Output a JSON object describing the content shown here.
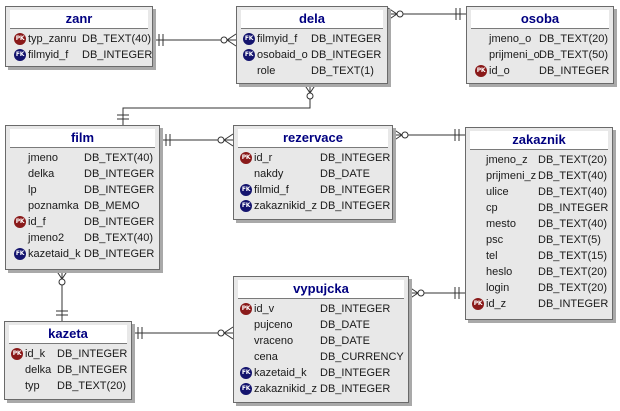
{
  "key_labels": {
    "pk": "PK",
    "fk": "FK"
  },
  "entities": [
    {
      "id": "zanr",
      "title": "zanr",
      "attributes": [
        {
          "name": "typ_zanru",
          "type": "DB_TEXT(40)",
          "key": "pk"
        },
        {
          "name": "filmyid_f",
          "type": "DB_INTEGER",
          "key": "fk"
        }
      ]
    },
    {
      "id": "dela",
      "title": "dela",
      "attributes": [
        {
          "name": "filmyid_f",
          "type": "DB_INTEGER",
          "key": "fk"
        },
        {
          "name": "osobaid_o",
          "type": "DB_INTEGER",
          "key": "fk"
        },
        {
          "name": "role",
          "type": "DB_TEXT(1)",
          "key": ""
        }
      ]
    },
    {
      "id": "osoba",
      "title": "osoba",
      "attributes": [
        {
          "name": "jmeno_o",
          "type": "DB_TEXT(20)",
          "key": ""
        },
        {
          "name": "prijmeni_o",
          "type": "DB_TEXT(50)",
          "key": ""
        },
        {
          "name": "id_o",
          "type": "DB_INTEGER",
          "key": "pk"
        }
      ]
    },
    {
      "id": "film",
      "title": "film",
      "attributes": [
        {
          "name": "jmeno",
          "type": "DB_TEXT(40)",
          "key": ""
        },
        {
          "name": "delka",
          "type": "DB_INTEGER",
          "key": ""
        },
        {
          "name": "lp",
          "type": "DB_INTEGER",
          "key": ""
        },
        {
          "name": "poznamka",
          "type": "DB_MEMO",
          "key": ""
        },
        {
          "name": "id_f",
          "type": "DB_INTEGER",
          "key": "pk"
        },
        {
          "name": "jmeno2",
          "type": "DB_TEXT(40)",
          "key": ""
        },
        {
          "name": "kazetaid_k",
          "type": "DB_INTEGER",
          "key": "fk"
        }
      ]
    },
    {
      "id": "rezervace",
      "title": "rezervace",
      "attributes": [
        {
          "name": "id_r",
          "type": "DB_INTEGER",
          "key": "pk"
        },
        {
          "name": "nakdy",
          "type": "DB_DATE",
          "key": ""
        },
        {
          "name": "filmid_f",
          "type": "DB_INTEGER",
          "key": "fk"
        },
        {
          "name": "zakaznikid_z",
          "type": "DB_INTEGER",
          "key": "fk"
        }
      ]
    },
    {
      "id": "zakaznik",
      "title": "zakaznik",
      "attributes": [
        {
          "name": "jmeno_z",
          "type": "DB_TEXT(20)",
          "key": ""
        },
        {
          "name": "prijmeni_z",
          "type": "DB_TEXT(40)",
          "key": ""
        },
        {
          "name": "ulice",
          "type": "DB_TEXT(40)",
          "key": ""
        },
        {
          "name": "cp",
          "type": "DB_INTEGER",
          "key": ""
        },
        {
          "name": "mesto",
          "type": "DB_TEXT(40)",
          "key": ""
        },
        {
          "name": "psc",
          "type": "DB_TEXT(5)",
          "key": ""
        },
        {
          "name": "tel",
          "type": "DB_TEXT(15)",
          "key": ""
        },
        {
          "name": "heslo",
          "type": "DB_TEXT(20)",
          "key": ""
        },
        {
          "name": "login",
          "type": "DB_TEXT(20)",
          "key": ""
        },
        {
          "name": "id_z",
          "type": "DB_INTEGER",
          "key": "pk"
        }
      ]
    },
    {
      "id": "vypujcka",
      "title": "vypujcka",
      "attributes": [
        {
          "name": "id_v",
          "type": "DB_INTEGER",
          "key": "pk"
        },
        {
          "name": "pujceno",
          "type": "DB_DATE",
          "key": ""
        },
        {
          "name": "vraceno",
          "type": "DB_DATE",
          "key": ""
        },
        {
          "name": "cena",
          "type": "DB_CURRENCY",
          "key": ""
        },
        {
          "name": "kazetaid_k",
          "type": "DB_INTEGER",
          "key": "fk"
        },
        {
          "name": "zakaznikid_z",
          "type": "DB_INTEGER",
          "key": "fk"
        }
      ]
    },
    {
      "id": "kazeta",
      "title": "kazeta",
      "attributes": [
        {
          "name": "id_k",
          "type": "DB_INTEGER",
          "key": "pk"
        },
        {
          "name": "delka",
          "type": "DB_INTEGER",
          "key": ""
        },
        {
          "name": "typ",
          "type": "DB_TEXT(20)",
          "key": ""
        }
      ]
    }
  ],
  "relationships": [
    {
      "from": "zanr",
      "to": "dela",
      "from_card": "one",
      "to_card": "many"
    },
    {
      "from": "dela",
      "to": "osoba",
      "from_card": "many",
      "to_card": "one"
    },
    {
      "from": "film",
      "to": "dela",
      "from_card": "one",
      "to_card": "many"
    },
    {
      "from": "film",
      "to": "rezervace",
      "from_card": "one",
      "to_card": "many"
    },
    {
      "from": "rezervace",
      "to": "zakaznik",
      "from_card": "many",
      "to_card": "one"
    },
    {
      "from": "film",
      "to": "kazeta",
      "from_card": "many",
      "to_card": "one"
    },
    {
      "from": "kazeta",
      "to": "vypujcka",
      "from_card": "one",
      "to_card": "many"
    },
    {
      "from": "vypujcka",
      "to": "zakaznik",
      "from_card": "many",
      "to_card": "one"
    }
  ]
}
